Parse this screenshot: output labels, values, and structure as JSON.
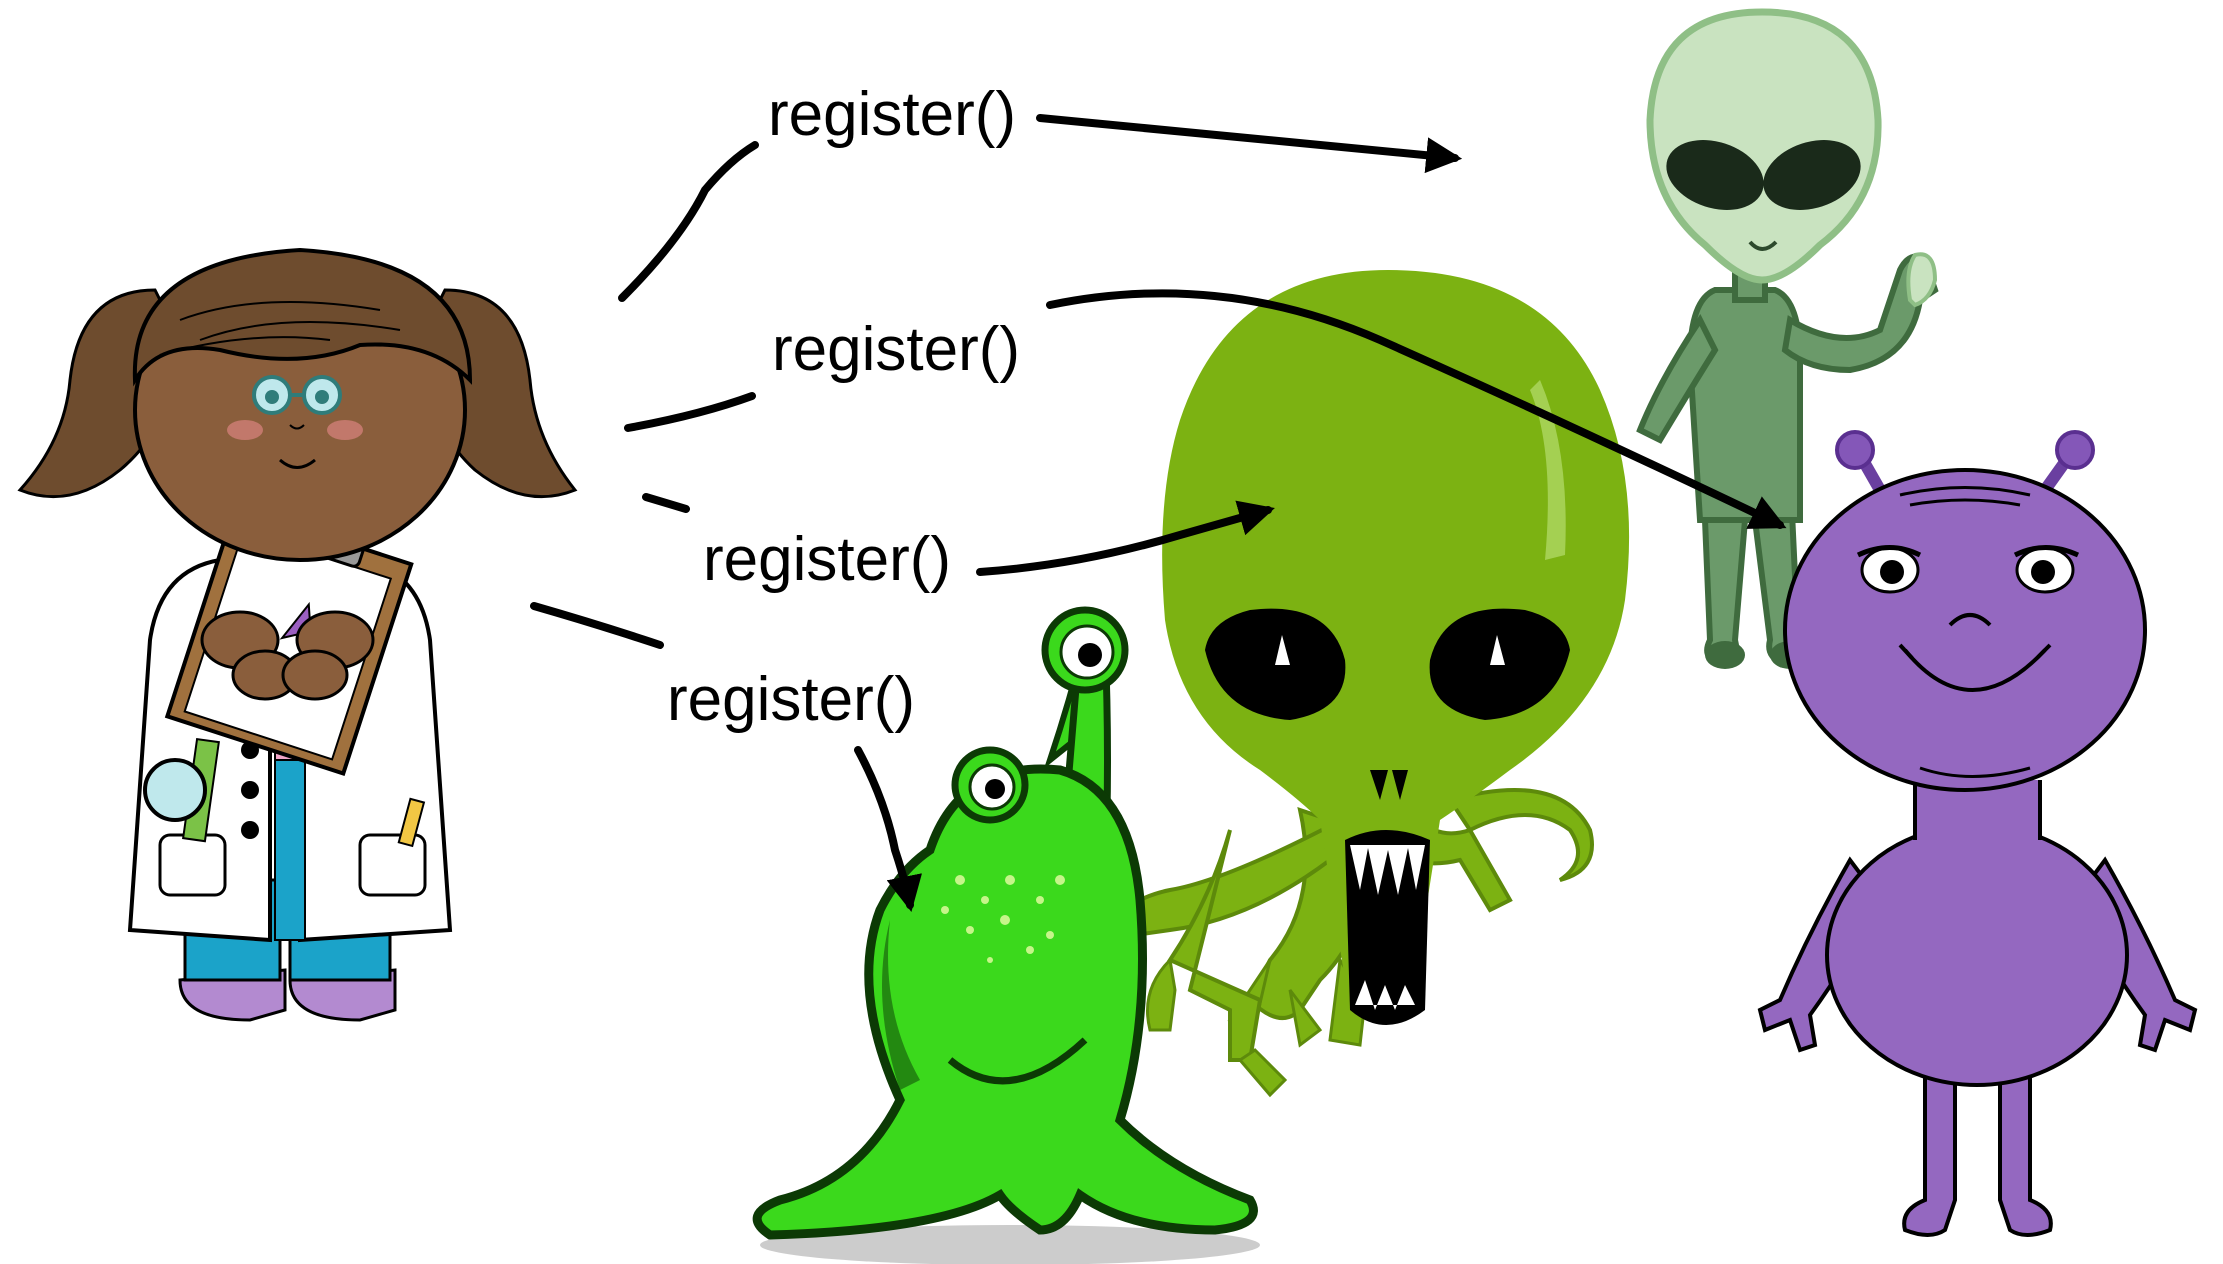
{
  "labels": {
    "call_1": "register()",
    "call_2": "register()",
    "call_3": "register()",
    "call_4": "register()"
  },
  "figures": [
    {
      "name": "scientist-girl",
      "icon": "scientist-girl-icon"
    },
    {
      "name": "grey-alien",
      "icon": "grey-alien-icon"
    },
    {
      "name": "big-green-alien",
      "icon": "big-green-alien-icon"
    },
    {
      "name": "slug-alien",
      "icon": "slug-alien-icon"
    },
    {
      "name": "purple-alien",
      "icon": "purple-alien-icon"
    }
  ],
  "colors": {
    "arrow": "#000000",
    "girl_skin": "#8a5e3c",
    "girl_hair": "#6e4c2e",
    "lab_coat": "#ffffff",
    "jeans": "#1ba3c9",
    "shoes": "#b38ad0",
    "grey_alien_head": "#c9e3c0",
    "grey_alien_body": "#6b9a6a",
    "big_alien": "#7cb212",
    "big_alien_dark": "#5d8a0b",
    "slug_alien": "#3bd91c",
    "slug_alien_outline": "#0c3a05",
    "purple_alien": "#9468c0",
    "purple_alien_dark": "#6a3fa0"
  }
}
